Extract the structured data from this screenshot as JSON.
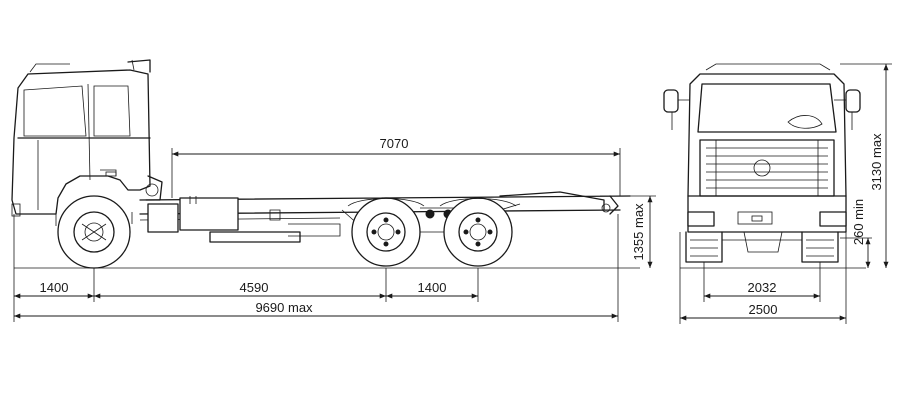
{
  "dimensions": {
    "wheelbase_rear_to_frame": "7070",
    "front_overhang": "1400",
    "wheelbase_main": "4590",
    "rear_axle_spacing": "1400",
    "overall_length": "9690 max",
    "frame_height": "1355 max",
    "overall_height": "3130 max",
    "ground_clearance": "260 min",
    "track_width": "2032",
    "overall_width": "2500"
  },
  "colors": {
    "line": "#1a1a1a",
    "background": "#ffffff"
  }
}
